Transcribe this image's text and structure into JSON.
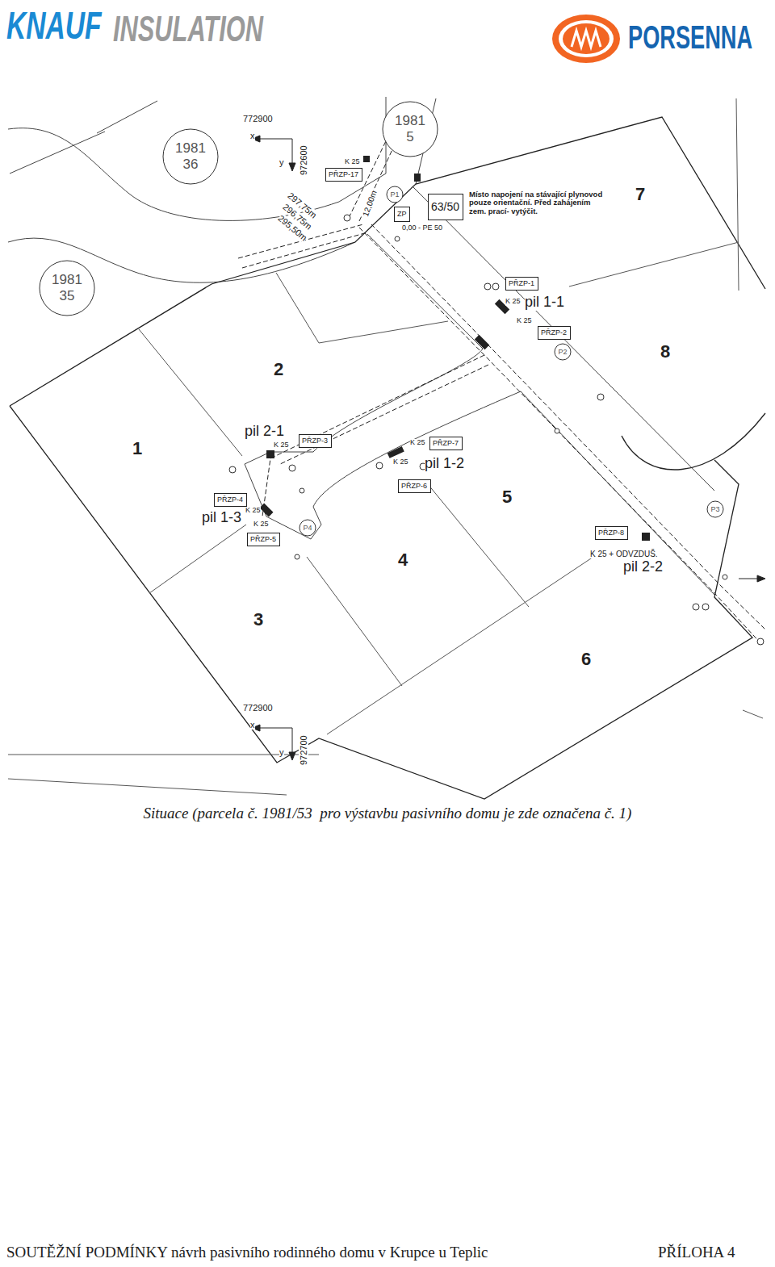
{
  "diagram": {
    "caption": "Situace (parcela č. 1981/53  pro výstavbu pasivního domu je zde označena č. 1)",
    "nodes": [
      {
        "text": [
          "1981 5"
        ]
      },
      {
        "text": [
          "1981 36"
        ]
      },
      {
        "text": [
          "PŘZP-17"
        ]
      },
      {
        "text": [
          "P1"
        ]
      },
      {
        "text": [
          "63/50"
        ]
      },
      {
        "text": [
          "ZP"
        ]
      },
      {
        "text": [
          "PŘZP-1"
        ]
      },
      {
        "text": [
          "1981 35"
        ]
      },
      {
        "text": [
          "PŘZP-2"
        ]
      },
      {
        "text": [
          "P2"
        ]
      },
      {
        "text": [
          "PŘZP-3"
        ]
      },
      {
        "text": [
          "PŘZP-7"
        ]
      },
      {
        "text": [
          "PŘZP-6"
        ]
      },
      {
        "text": [
          "PŘZP-4"
        ]
      },
      {
        "text": [
          "P3"
        ]
      },
      {
        "text": [
          "PŘZP-8"
        ]
      },
      {
        "text": [
          "P4"
        ]
      },
      {
        "text": [
          "PŘZP-5"
        ]
      }
    ],
    "labels": [
      "KNAUF",
      "INSULATION",
      "PORSENNA",
      "772900",
      "x",
      "y",
      "972600",
      "K 25",
      "297,75m",
      "296,75m",
      "295,50m",
      "12,00m",
      "Místo napojení na stávající plynovod pouze orientační. Před zahájením zem. prací- vytýčit.",
      "0,00 - PE 50",
      "7",
      "K 25",
      "pil 1-1",
      "K 25",
      "8",
      "2",
      "1",
      "pil 2-1",
      "K 25",
      "K 25",
      "pil 1-2",
      "K 25",
      "5",
      "K 25",
      "pil 1-3",
      "K 25",
      "4",
      "K 25 + ODVZDUŠ.",
      "pil 2-2",
      "3",
      "6",
      "772900",
      "x",
      "y",
      "972700",
      "SOUTĚŽNÍ PODMÍNKY návrh pasivního rodinného domu v Krupce u Teplic",
      "PŘÍLOHA 4"
    ]
  }
}
